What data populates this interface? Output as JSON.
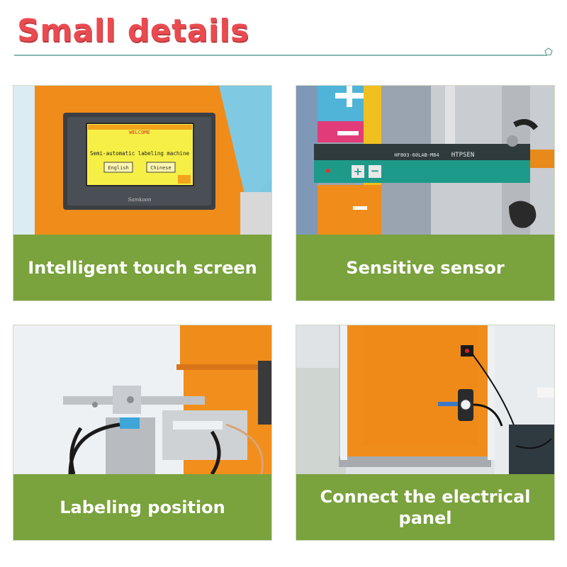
{
  "header": {
    "title": "Small details"
  },
  "cards": [
    {
      "caption": "Intelligent touch screen",
      "screen": {
        "welcome": "WELCOME",
        "subtitle": "Semi-automatic labeling machine",
        "btn_english": "English",
        "btn_chinese": "Chinese",
        "brand": "Samkoon"
      }
    },
    {
      "caption": "Sensitive sensor",
      "sensor": {
        "brand": "HTPSEN",
        "model": "HF803-60LAB-M84"
      }
    },
    {
      "caption": "Labeling position"
    },
    {
      "caption": "Connect the electrical panel"
    }
  ],
  "colors": {
    "title": "#e94b50",
    "caption_bg": "#7aa23d",
    "machine_orange": "#f08c1a"
  }
}
